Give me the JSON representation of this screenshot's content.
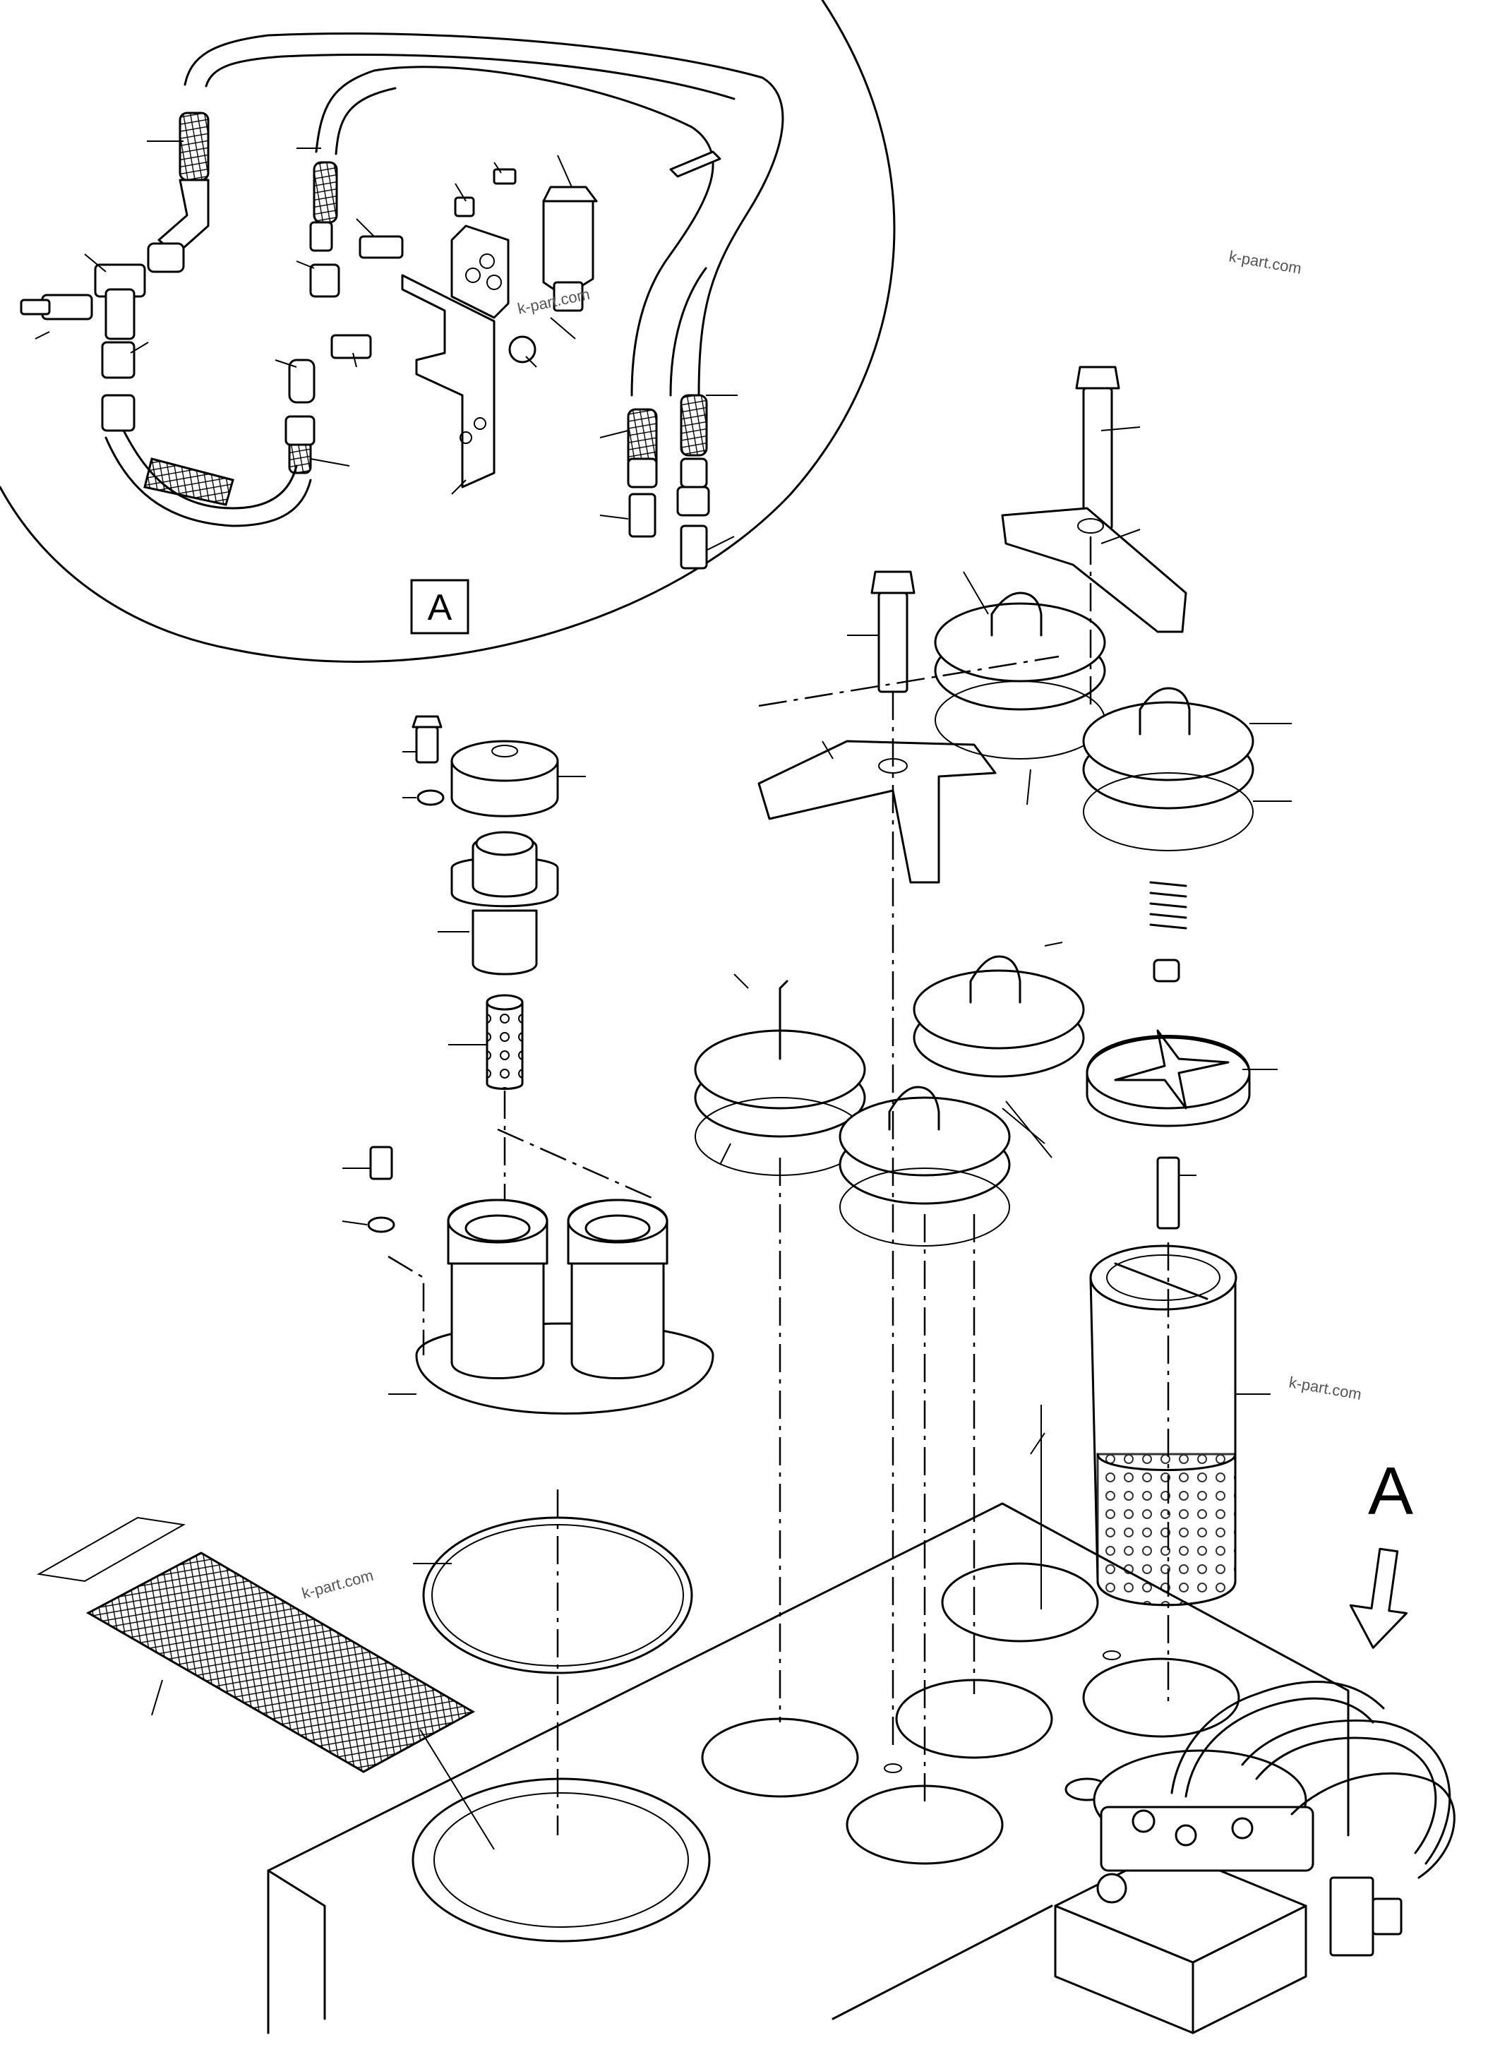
{
  "watermarks": [
    {
      "text": "k-part.com"
    },
    {
      "text": "k-part.com"
    },
    {
      "text": "k-part.com"
    },
    {
      "text": "k-part.com"
    }
  ],
  "detail_label": "A",
  "view_label": "A",
  "icons": [
    "arrow-down-icon"
  ]
}
